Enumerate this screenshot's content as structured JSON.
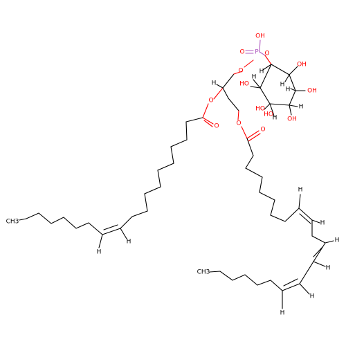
{
  "molecule": {
    "phosphate": {
      "oh_label": "OH",
      "o_label": "O",
      "p_label": "P",
      "o_bridge_label": "O"
    },
    "glycerol": {
      "o_top_label": "O",
      "o_mid_label": "O",
      "o_bot_label": "O",
      "h_label": "H"
    },
    "inositol": {
      "h_labels": [
        "H",
        "H",
        "H",
        "H",
        "H",
        "H"
      ],
      "oh_labels": [
        "HO",
        "HO",
        "HO",
        "OH",
        "OH",
        "OH"
      ]
    },
    "ester1": {
      "carbonyl_o_label": "O"
    },
    "ester2": {
      "carbonyl_o_label": "O"
    },
    "chain1": {
      "terminal_label": "CH3",
      "alkene_h_labels": [
        "H",
        "H"
      ]
    },
    "chain2": {
      "terminal_label": "CH3",
      "alkene_h_labels": [
        "H",
        "H",
        "H",
        "H",
        "H",
        "H"
      ]
    }
  },
  "colors": {
    "oxygen": "#ff0000",
    "phosphorus": "#b05cc0",
    "carbon": "#000000"
  }
}
